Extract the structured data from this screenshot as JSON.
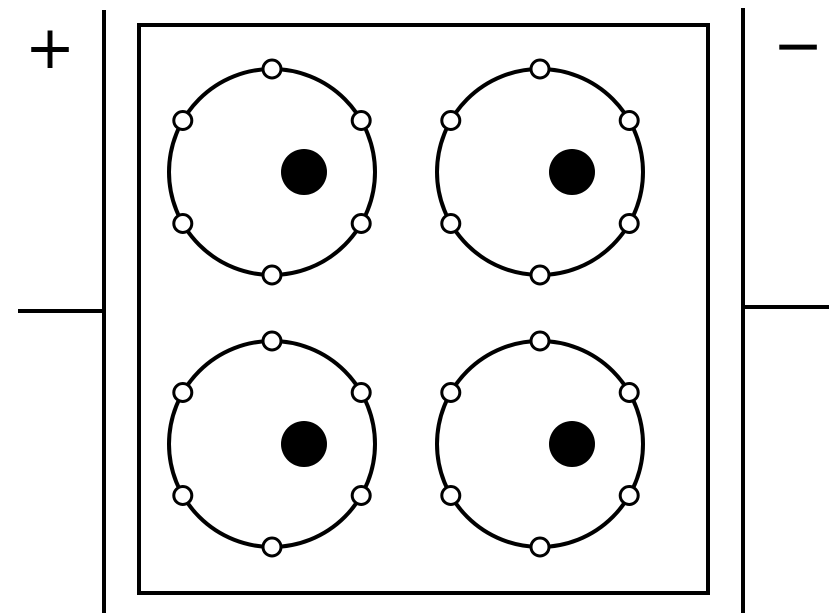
{
  "diagram": {
    "left_plate": {
      "sign": "+"
    },
    "right_plate": {
      "sign": "−"
    },
    "atoms": [
      {
        "id": "top-left",
        "electron_count": 6
      },
      {
        "id": "top-right",
        "electron_count": 6
      },
      {
        "id": "bottom-left",
        "electron_count": 6
      },
      {
        "id": "bottom-right",
        "electron_count": 6
      }
    ],
    "colors": {
      "stroke": "#000000",
      "background": "#ffffff",
      "nucleus": "#000000"
    }
  }
}
